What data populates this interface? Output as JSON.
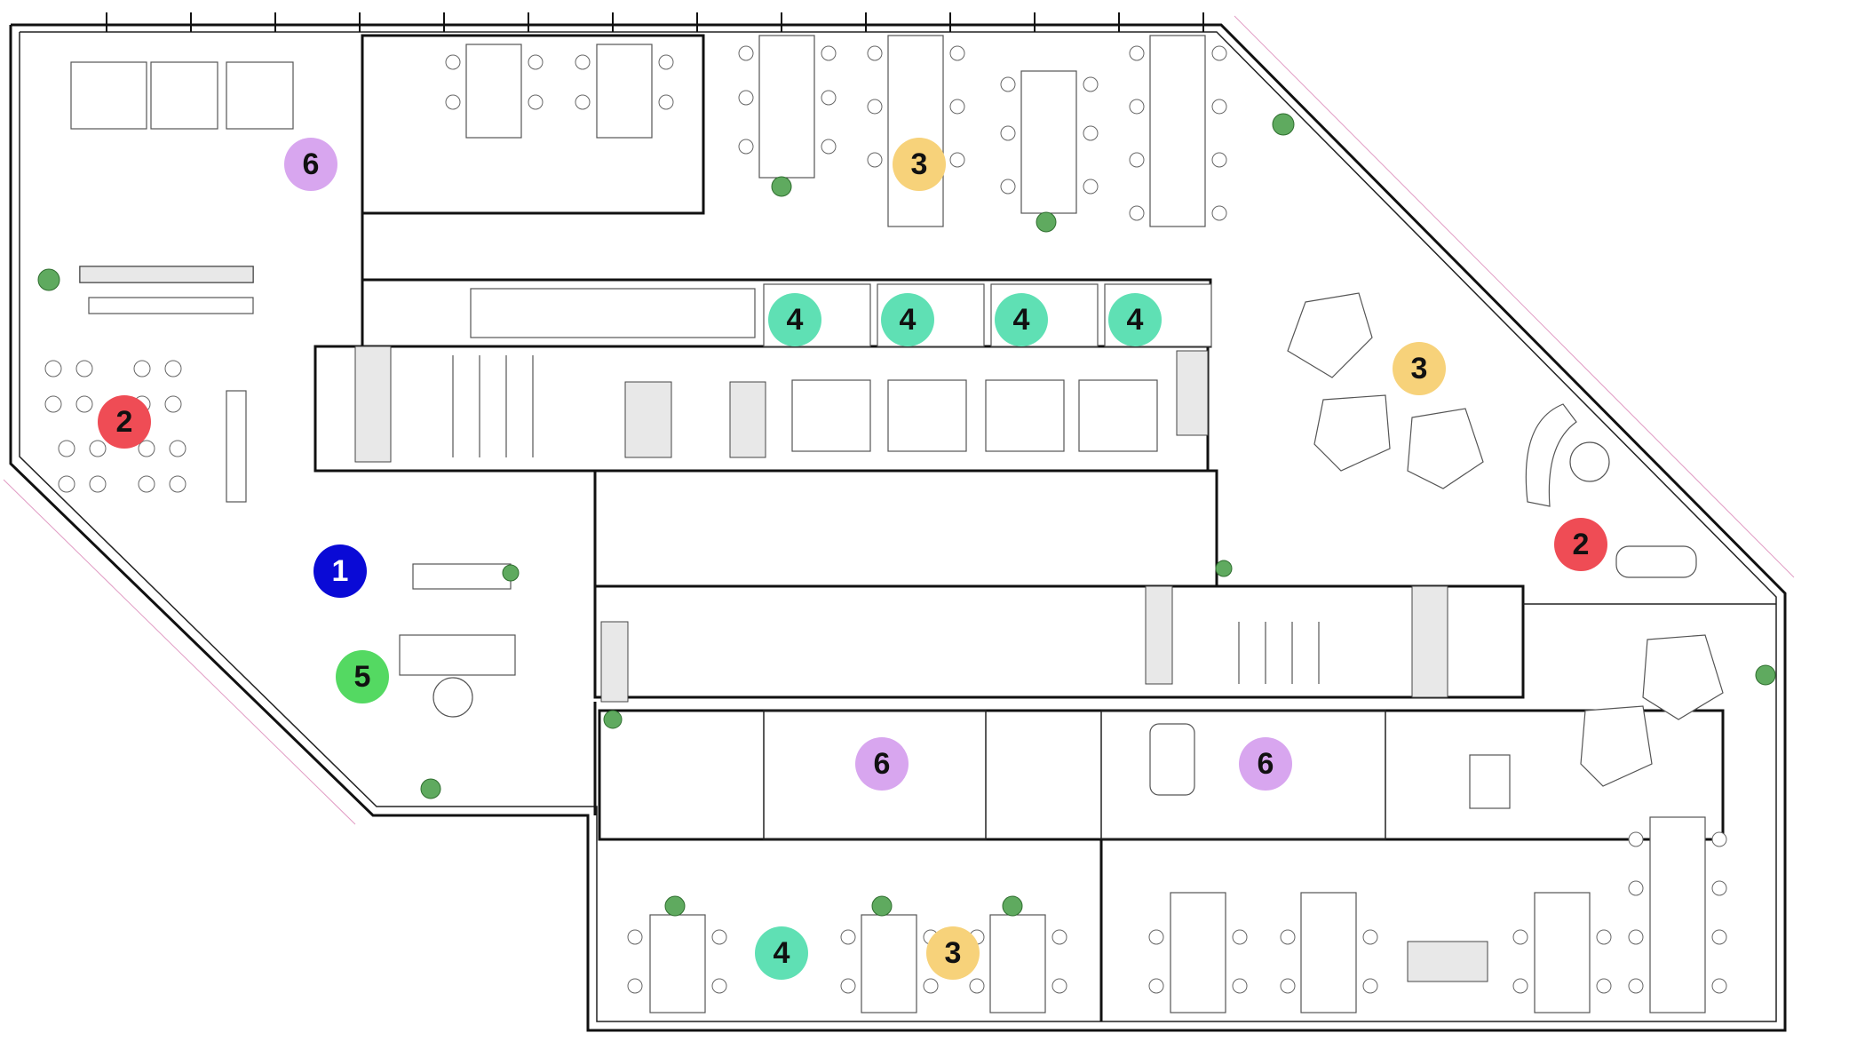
{
  "colors": {
    "zone_1": "#0a0ad6",
    "zone_2": "#ef4c55",
    "zone_3": "#f7d27a",
    "zone_4": "#5fe0b4",
    "zone_5": "#54d962",
    "zone_6": "#d8a6ef",
    "plant": "#5faa5f"
  },
  "markers": [
    {
      "label": "6",
      "zone": "zone_6",
      "text_color": "#111111"
    },
    {
      "label": "3",
      "zone": "zone_3",
      "text_color": "#111111"
    },
    {
      "label": "4",
      "zone": "zone_4",
      "text_color": "#111111"
    },
    {
      "label": "4",
      "zone": "zone_4",
      "text_color": "#111111"
    },
    {
      "label": "4",
      "zone": "zone_4",
      "text_color": "#111111"
    },
    {
      "label": "4",
      "zone": "zone_4",
      "text_color": "#111111"
    },
    {
      "label": "3",
      "zone": "zone_3",
      "text_color": "#111111"
    },
    {
      "label": "2",
      "zone": "zone_2",
      "text_color": "#111111"
    },
    {
      "label": "2",
      "zone": "zone_2",
      "text_color": "#111111"
    },
    {
      "label": "1",
      "zone": "zone_1",
      "text_color": "#ffffff"
    },
    {
      "label": "5",
      "zone": "zone_5",
      "text_color": "#111111"
    },
    {
      "label": "6",
      "zone": "zone_6",
      "text_color": "#111111"
    },
    {
      "label": "6",
      "zone": "zone_6",
      "text_color": "#111111"
    },
    {
      "label": "4",
      "zone": "zone_4",
      "text_color": "#111111"
    },
    {
      "label": "3",
      "zone": "zone_3",
      "text_color": "#111111"
    }
  ]
}
